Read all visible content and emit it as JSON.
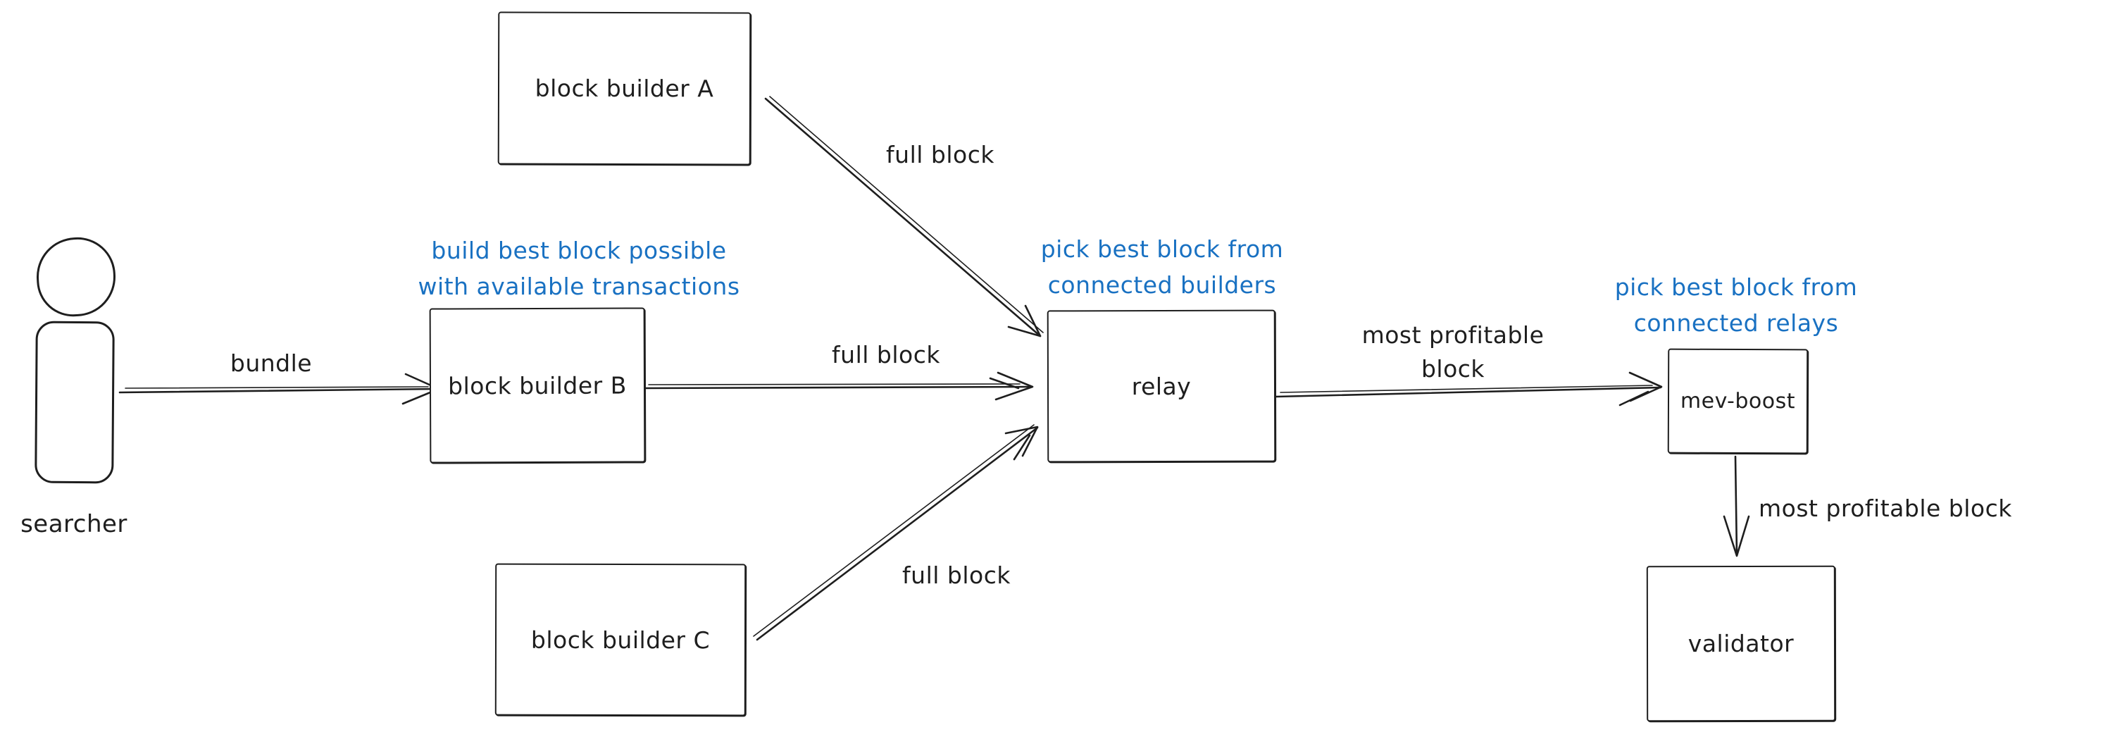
{
  "colors": {
    "ink": "#1e1e1e",
    "accent_blue": "#1971c2",
    "background": "#ffffff"
  },
  "actor": {
    "label": "searcher",
    "icon": "person-icon"
  },
  "nodes": [
    {
      "id": "block-builder-a",
      "label": "block builder A"
    },
    {
      "id": "block-builder-b",
      "label": "block builder B"
    },
    {
      "id": "block-builder-c",
      "label": "block builder C"
    },
    {
      "id": "relay",
      "label": "relay"
    },
    {
      "id": "mev-boost",
      "label": "mev-boost"
    },
    {
      "id": "validator",
      "label": "validator"
    }
  ],
  "annotations": [
    {
      "id": "builders-note",
      "line1": "build best block possible",
      "line2": "with available transactions"
    },
    {
      "id": "relay-note",
      "line1": "pick best block from",
      "line2": "connected builders"
    },
    {
      "id": "mevboost-note",
      "line1": "pick best block from",
      "line2": "connected relays"
    }
  ],
  "edges": [
    {
      "id": "searcher-to-builder-b",
      "label": "bundle"
    },
    {
      "id": "builder-a-to-relay",
      "label": "full block"
    },
    {
      "id": "builder-b-to-relay",
      "label": "full block"
    },
    {
      "id": "builder-c-to-relay",
      "label": "full block"
    },
    {
      "id": "relay-to-mevboost",
      "label_line1": "most profitable",
      "label_line2": "block"
    },
    {
      "id": "mevboost-to-validator",
      "label": "most profitable block"
    }
  ]
}
